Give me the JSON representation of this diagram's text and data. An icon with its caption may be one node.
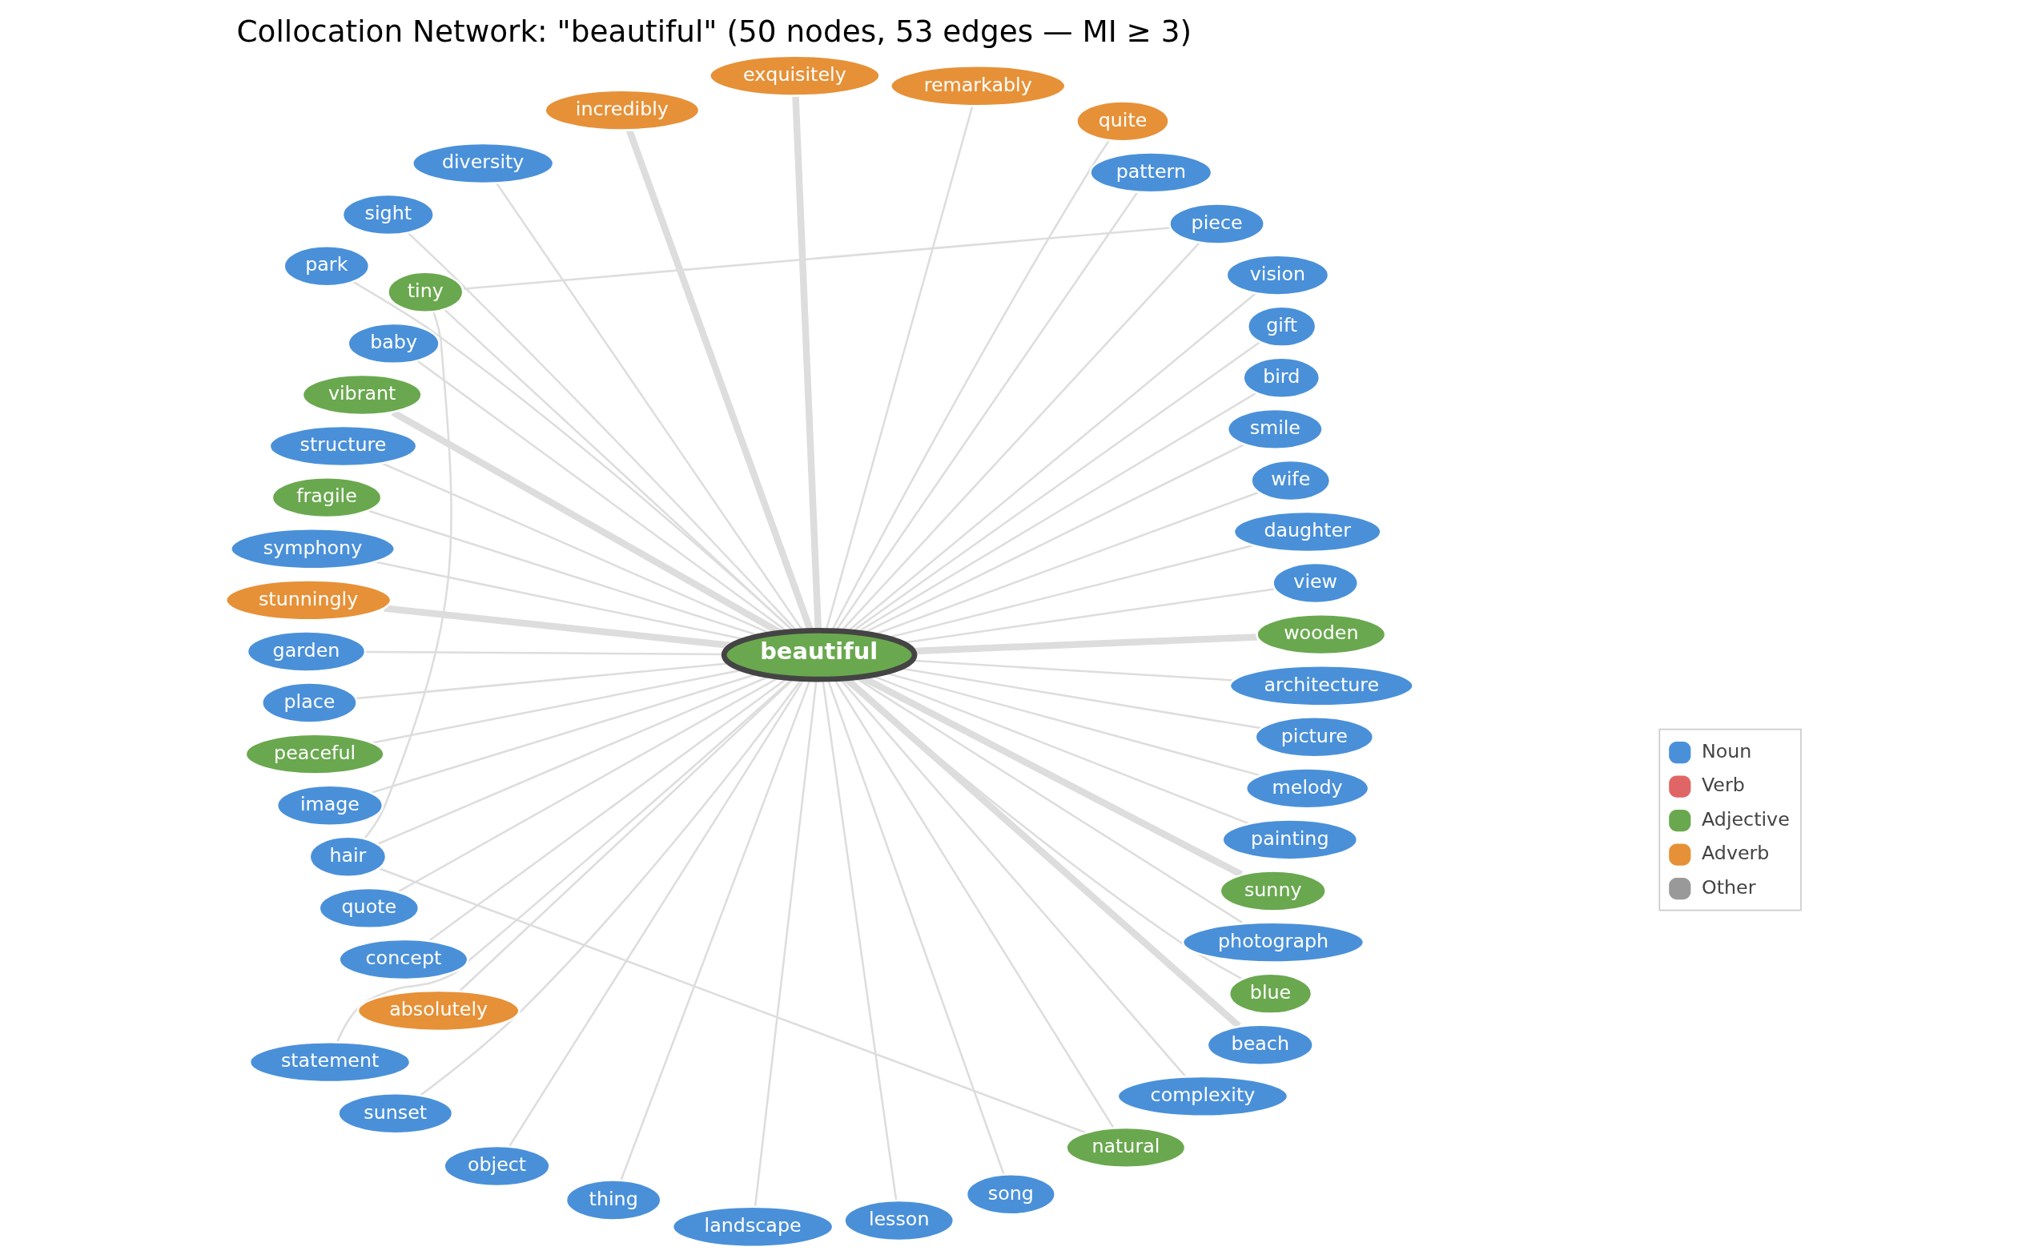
{
  "diagram": {
    "title": "Collocation Network: \"beautiful\" (50 nodes, 53 edges — MI ≥ 3)",
    "nodes": [
      {
        "text": [
          "beautiful"
        ]
      },
      {
        "text": [
          "wooden"
        ]
      },
      {
        "text": [
          "view"
        ]
      },
      {
        "text": [
          "daughter"
        ]
      },
      {
        "text": [
          "wife"
        ]
      },
      {
        "text": [
          "smile"
        ]
      },
      {
        "text": [
          "bird"
        ]
      },
      {
        "text": [
          "gift"
        ]
      },
      {
        "text": [
          "vision"
        ]
      },
      {
        "text": [
          "piece"
        ]
      },
      {
        "text": [
          "pattern"
        ]
      },
      {
        "text": [
          "quite"
        ]
      },
      {
        "text": [
          "remarkably"
        ]
      },
      {
        "text": [
          "exquisitely"
        ]
      },
      {
        "text": [
          "incredibly"
        ]
      },
      {
        "text": [
          "diversity"
        ]
      },
      {
        "text": [
          "sight"
        ]
      },
      {
        "text": [
          "park"
        ]
      },
      {
        "text": [
          "tiny"
        ]
      },
      {
        "text": [
          "baby"
        ]
      },
      {
        "text": [
          "vibrant"
        ]
      },
      {
        "text": [
          "structure"
        ]
      },
      {
        "text": [
          "fragile"
        ]
      },
      {
        "text": [
          "symphony"
        ]
      },
      {
        "text": [
          "stunningly"
        ]
      },
      {
        "text": [
          "garden"
        ]
      },
      {
        "text": [
          "place"
        ]
      },
      {
        "text": [
          "peaceful"
        ]
      },
      {
        "text": [
          "image"
        ]
      },
      {
        "text": [
          "hair"
        ]
      },
      {
        "text": [
          "quote"
        ]
      },
      {
        "text": [
          "concept"
        ]
      },
      {
        "text": [
          "absolutely"
        ]
      },
      {
        "text": [
          "statement"
        ]
      },
      {
        "text": [
          "sunset"
        ]
      },
      {
        "text": [
          "object"
        ]
      },
      {
        "text": [
          "thing"
        ]
      },
      {
        "text": [
          "landscape"
        ]
      },
      {
        "text": [
          "lesson"
        ]
      },
      {
        "text": [
          "song"
        ]
      },
      {
        "text": [
          "natural"
        ]
      },
      {
        "text": [
          "complexity"
        ]
      },
      {
        "text": [
          "beach"
        ]
      },
      {
        "text": [
          "blue"
        ]
      },
      {
        "text": [
          "photograph"
        ]
      },
      {
        "text": [
          "sunny"
        ]
      },
      {
        "text": [
          "painting"
        ]
      },
      {
        "text": [
          "melody"
        ]
      },
      {
        "text": [
          "picture"
        ]
      },
      {
        "text": [
          "architecture"
        ]
      }
    ],
    "edges": [
      {
        "from": 0,
        "to": 1,
        "arrow": "none",
        "style": "thick"
      },
      {
        "from": 0,
        "to": 2,
        "arrow": "none"
      },
      {
        "from": 0,
        "to": 3,
        "arrow": "none"
      },
      {
        "from": 0,
        "to": 4,
        "arrow": "none"
      },
      {
        "from": 0,
        "to": 5,
        "arrow": "none"
      },
      {
        "from": 0,
        "to": 6,
        "arrow": "none"
      },
      {
        "from": 0,
        "to": 7,
        "arrow": "none"
      },
      {
        "from": 0,
        "to": 8,
        "arrow": "none"
      },
      {
        "from": 0,
        "to": 9,
        "arrow": "none"
      },
      {
        "from": 0,
        "to": 10,
        "arrow": "none"
      },
      {
        "from": 0,
        "to": 11,
        "arrow": "none"
      },
      {
        "from": 0,
        "to": 12,
        "arrow": "none"
      },
      {
        "from": 0,
        "to": 13,
        "arrow": "none",
        "style": "thick"
      },
      {
        "from": 0,
        "to": 14,
        "arrow": "none",
        "style": "thick"
      },
      {
        "from": 0,
        "to": 15,
        "arrow": "none"
      },
      {
        "from": 0,
        "to": 16,
        "arrow": "none"
      },
      {
        "from": 0,
        "to": 17,
        "arrow": "none"
      },
      {
        "from": 0,
        "to": 18,
        "arrow": "none"
      },
      {
        "from": 0,
        "to": 19,
        "arrow": "none"
      },
      {
        "from": 0,
        "to": 20,
        "arrow": "none",
        "style": "thick"
      },
      {
        "from": 0,
        "to": 21,
        "arrow": "none"
      },
      {
        "from": 0,
        "to": 22,
        "arrow": "none"
      },
      {
        "from": 0,
        "to": 23,
        "arrow": "none"
      },
      {
        "from": 0,
        "to": 24,
        "arrow": "none",
        "style": "thick"
      },
      {
        "from": 0,
        "to": 25,
        "arrow": "none"
      },
      {
        "from": 0,
        "to": 26,
        "arrow": "none"
      },
      {
        "from": 0,
        "to": 27,
        "arrow": "none"
      },
      {
        "from": 0,
        "to": 28,
        "arrow": "none"
      },
      {
        "from": 0,
        "to": 29,
        "arrow": "none"
      },
      {
        "from": 0,
        "to": 30,
        "arrow": "none"
      },
      {
        "from": 0,
        "to": 31,
        "arrow": "none"
      },
      {
        "from": 0,
        "to": 32,
        "arrow": "none"
      },
      {
        "from": 0,
        "to": 33,
        "arrow": "none"
      },
      {
        "from": 0,
        "to": 34,
        "arrow": "none"
      },
      {
        "from": 0,
        "to": 35,
        "arrow": "none"
      },
      {
        "from": 0,
        "to": 36,
        "arrow": "none"
      },
      {
        "from": 0,
        "to": 37,
        "arrow": "none"
      },
      {
        "from": 0,
        "to": 38,
        "arrow": "none"
      },
      {
        "from": 0,
        "to": 39,
        "arrow": "none"
      },
      {
        "from": 0,
        "to": 40,
        "arrow": "none"
      },
      {
        "from": 0,
        "to": 41,
        "arrow": "none"
      },
      {
        "from": 0,
        "to": 42,
        "arrow": "none",
        "style": "thick"
      },
      {
        "from": 0,
        "to": 43,
        "arrow": "none"
      },
      {
        "from": 0,
        "to": 44,
        "arrow": "none"
      },
      {
        "from": 0,
        "to": 45,
        "arrow": "none",
        "style": "thick"
      },
      {
        "from": 0,
        "to": 46,
        "arrow": "none"
      },
      {
        "from": 0,
        "to": 47,
        "arrow": "none"
      },
      {
        "from": 0,
        "to": 48,
        "arrow": "none"
      },
      {
        "from": 0,
        "to": 49,
        "arrow": "none"
      },
      {
        "from": 18,
        "to": 9,
        "arrow": "none"
      },
      {
        "from": 18,
        "to": 29,
        "arrow": "none"
      },
      {
        "from": 29,
        "to": 40,
        "arrow": "none"
      }
    ],
    "legend": [
      {
        "text": "Noun",
        "color": "#4a90d9"
      },
      {
        "text": "Verb",
        "color": "#e06666"
      },
      {
        "text": "Adjective",
        "color": "#6aa84f"
      },
      {
        "text": "Adverb",
        "color": "#e69138"
      },
      {
        "text": "Other",
        "color": "#999999"
      }
    ]
  }
}
